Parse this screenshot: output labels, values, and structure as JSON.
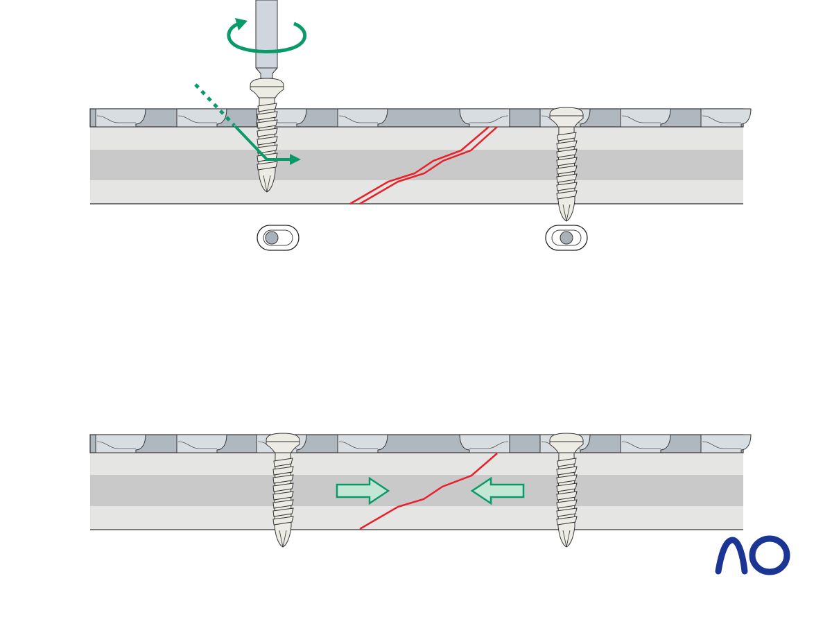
{
  "figure": {
    "panels": [
      {
        "id": "before-compression",
        "elements": [
          "plate",
          "bone",
          "fracture-line-gap",
          "screw-being-inserted",
          "screw",
          "screwdriver",
          "rotation-arrow",
          "screw-path-arrow",
          "oval-hole-eccentric",
          "oval-hole-neutral"
        ]
      },
      {
        "id": "after-compression",
        "elements": [
          "plate",
          "bone",
          "fracture-line-closed",
          "screw",
          "screw",
          "compression-arrow-right",
          "compression-arrow-left"
        ]
      }
    ],
    "logo": {
      "text": "AO"
    },
    "colors": {
      "plate": "#b0b8bf",
      "plate_hole": "#d8dde2",
      "bone_cortex": "#e5e5e4",
      "bone_medulla": "#c9c9c9",
      "fracture": "#e8202a",
      "arrow_green": "#0a9a6a",
      "arrow_fill": "#c3e6d6",
      "screw": "#ecebe4",
      "logo_blue": "#1b3594"
    }
  }
}
